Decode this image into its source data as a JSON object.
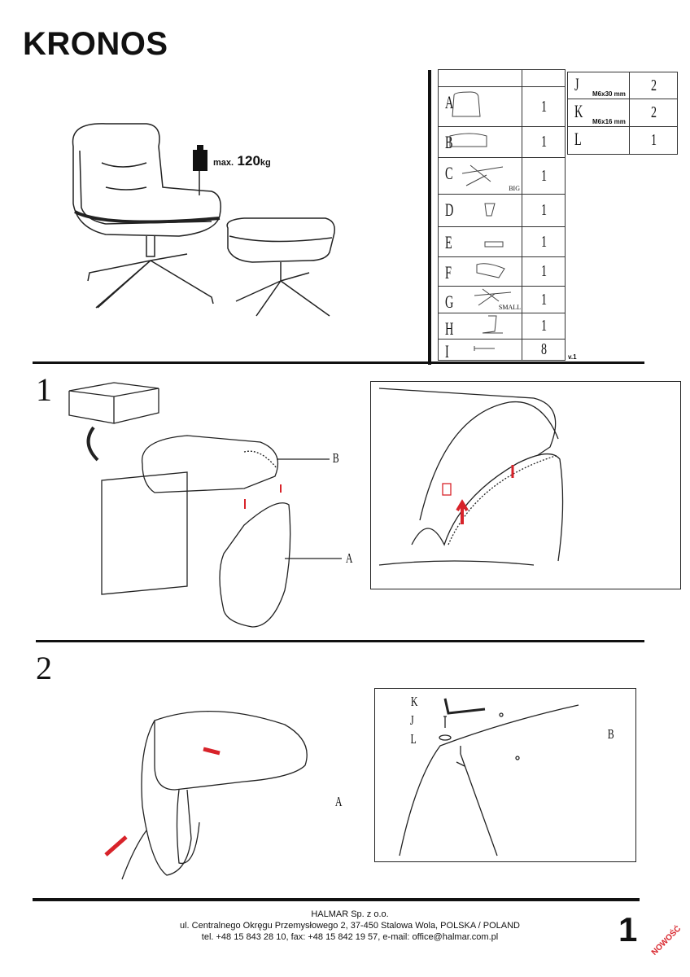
{
  "title": "KRONOS",
  "weight": {
    "prefix": "max.",
    "value": "120",
    "unit": "kg"
  },
  "parts_table": {
    "rows": [
      {
        "letter": "A",
        "qty": "1"
      },
      {
        "letter": "B",
        "qty": "1"
      },
      {
        "letter": "C",
        "qty": "1",
        "note": "BIG"
      },
      {
        "letter": "D",
        "qty": "1"
      },
      {
        "letter": "E",
        "qty": "1"
      },
      {
        "letter": "F",
        "qty": "1"
      },
      {
        "letter": "G",
        "qty": "1",
        "note": "SMALL"
      },
      {
        "letter": "H",
        "qty": "1"
      },
      {
        "letter": "I",
        "qty": "8"
      }
    ],
    "hardware": [
      {
        "letter": "J",
        "qty": "2",
        "size": "M6x30 mm"
      },
      {
        "letter": "K",
        "qty": "2",
        "size": "M6x16 mm"
      },
      {
        "letter": "L",
        "qty": "1"
      }
    ],
    "version": "v.1"
  },
  "steps": [
    {
      "number": "1",
      "callouts": [
        "B",
        "A"
      ]
    },
    {
      "number": "2",
      "callouts": [
        "K",
        "J",
        "L",
        "B",
        "A"
      ]
    }
  ],
  "footer": {
    "company": "HALMAR Sp. z o.o.",
    "address": "ul. Centralnego Okręgu Przemysłowego 2, 37-450 Stalowa Wola, POLSKA / POLAND",
    "contact": "tel. +48 15 843 28 10, fax: +48 15 842 19 57, e-mail: office@halmar.com.pl",
    "page": "1",
    "badge": "NOWOŚĆ"
  },
  "colors": {
    "arrow": "#d8232a",
    "ink": "#111111"
  }
}
